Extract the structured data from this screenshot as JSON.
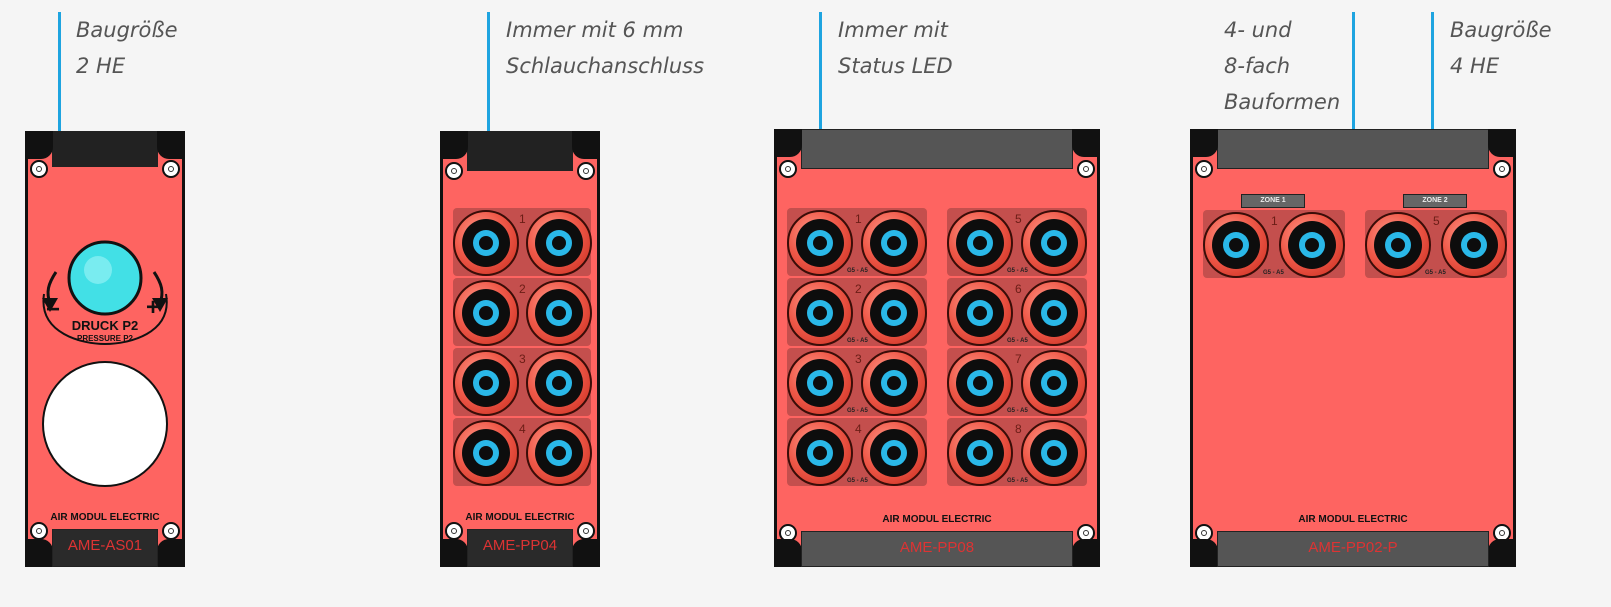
{
  "callouts": [
    {
      "text": "Baugröße\n2 HE"
    },
    {
      "text": "Immer mit 6 mm\nSchlauchanschluss"
    },
    {
      "text": "Immer mit\nStatus LED"
    },
    {
      "text": "4- und\n8-fach\nBauformen"
    },
    {
      "text": "Baugröße\n4 HE"
    }
  ],
  "modules": {
    "as01": {
      "brand": "AIR MODUL ELECTRIC",
      "model": "AME-AS01",
      "knob_label": "DRUCK P2",
      "knob_sublabel": "PRESSURE P2",
      "minus": "−",
      "plus": "+"
    },
    "pp04": {
      "brand": "AIR MODUL ELECTRIC",
      "model": "AME-PP04",
      "channels": [
        "1",
        "2",
        "3",
        "4"
      ]
    },
    "pp08": {
      "brand": "AIR MODUL ELECTRIC",
      "model": "AME-PP08",
      "channels_left": [
        "1",
        "2",
        "3",
        "4"
      ],
      "channels_right": [
        "5",
        "6",
        "7",
        "8"
      ],
      "port_sublabel": "G5 - A5"
    },
    "pp02p": {
      "brand": "AIR MODUL ELECTRIC",
      "model": "AME-PP02-P",
      "zones": [
        "ZONE 1",
        "ZONE 2"
      ],
      "channels": [
        "1",
        "5"
      ],
      "port_sublabel": "G5 - A5"
    }
  },
  "colors": {
    "panel": "#fe6461",
    "leader": "#1ea4e0",
    "port_center": "#2ab8e8"
  }
}
